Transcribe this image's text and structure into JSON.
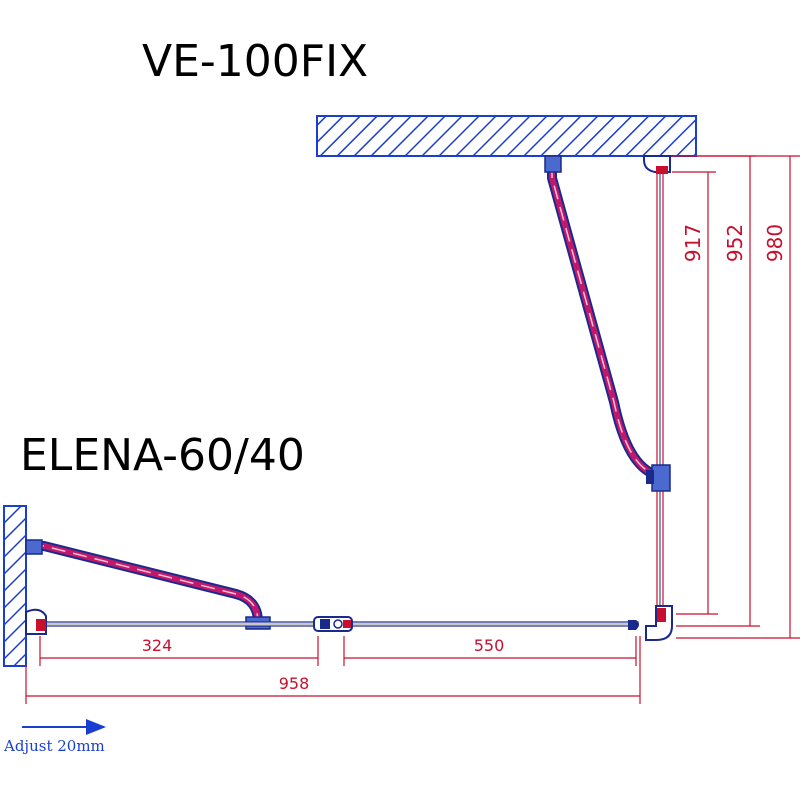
{
  "titles": {
    "fixed_panel_model": "VE-100FIX",
    "door_model": "ELENA-60/40"
  },
  "dimensions": {
    "depth_inner": "917",
    "depth_mid": "952",
    "depth_outer": "980",
    "left_segment": "324",
    "right_segment": "550",
    "overall_width": "958"
  },
  "adjust_note": "Adjust 20mm",
  "colors": {
    "dimension_lines": "#c8102e",
    "glass_outline": "#1a2a8c",
    "brace_fill": "#c2186b",
    "wall_hatch": "#1a3fd0",
    "adjust_text": "#1a3fd0"
  }
}
